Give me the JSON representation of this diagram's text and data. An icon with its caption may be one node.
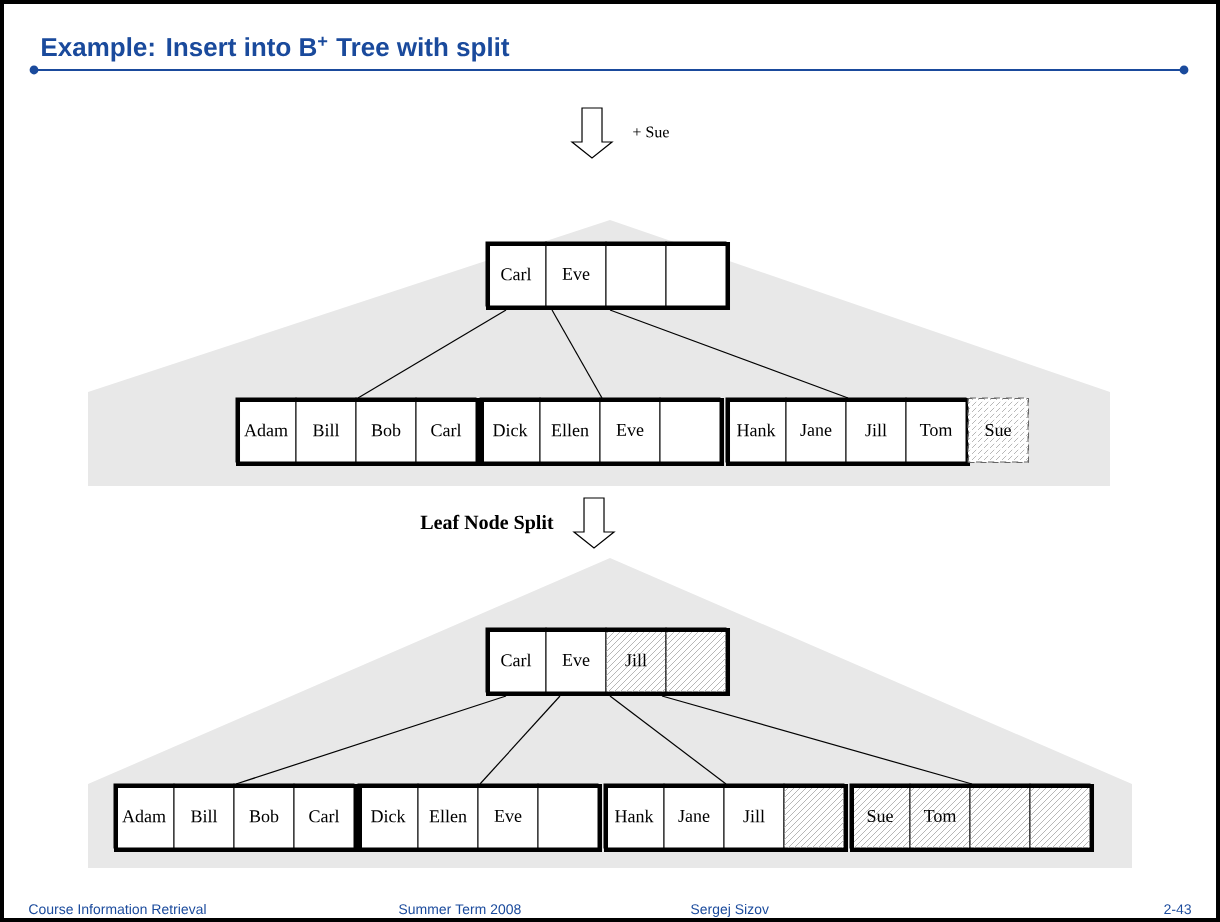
{
  "diagram": {
    "title": "Example: Insert into B$^{+}$ Tree with split",
    "nodes": [
      {
        "text": [
          "Carl",
          "Eve"
        ]
      },
      {
        "text": [
          "Adam",
          "Bill",
          "Bob",
          "Carl"
        ]
      },
      {
        "text": [
          "Dick",
          "Ellen",
          "Eve"
        ]
      },
      {
        "text": [
          "Hank",
          "Jane",
          "Jill",
          "Tom"
        ]
      },
      {
        "text": [
          "Sue"
        ]
      },
      {
        "text": [
          "Carl",
          "Eve",
          "Jill"
        ]
      },
      {
        "text": [
          "Adam",
          "Bill",
          "Bob",
          "Carl"
        ]
      },
      {
        "text": [
          "Dick",
          "Ellen",
          "Eve"
        ]
      },
      {
        "text": [
          "Hank",
          "Jane",
          "Jill"
        ]
      },
      {
        "text": [
          "Sue",
          "Tom"
        ]
      }
    ],
    "edges": [
      {
        "from": 0,
        "to": 1,
        "arrow": "none"
      },
      {
        "from": 0,
        "to": 2,
        "arrow": "none"
      },
      {
        "from": 0,
        "to": 3,
        "arrow": "none"
      },
      {
        "from": 5,
        "to": 6,
        "arrow": "none"
      },
      {
        "from": 5,
        "to": 7,
        "arrow": "none"
      },
      {
        "from": 5,
        "to": 8,
        "arrow": "none"
      },
      {
        "from": 5,
        "to": 9,
        "arrow": "none"
      }
    ],
    "labels": [
      "+ Sue",
      "Leaf Node Split",
      "Course Information Retrieval",
      "Summer Term 2008",
      "Sergej Sizov",
      "2-43"
    ]
  }
}
